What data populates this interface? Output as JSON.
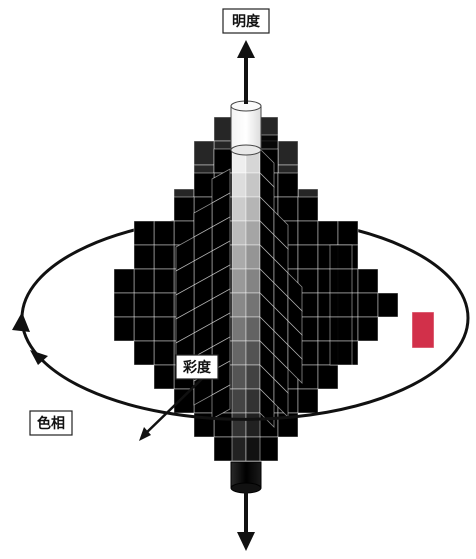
{
  "labels": {
    "lightness": "明度",
    "chroma": "彩度",
    "hue": "色相"
  },
  "colors": {
    "axis": "#111111",
    "label_border": "#222222",
    "white_cap": "#ffffff",
    "black_cap": "#111111",
    "hues": {
      "red": "#d2304a",
      "orange": "#e07a2c",
      "yellow": "#d9d24a",
      "yellow_green": "#a9c93c",
      "green": "#3f9c78",
      "blue_green": "#3aa0a4",
      "blue": "#5b8ed0",
      "purple": "#9a7cc8",
      "pink": "#e08aa8"
    }
  },
  "icons": {
    "top_arrow": "arrow-up-icon",
    "bottom_arrow": "arrow-down-icon",
    "hue_ring": "ellipse-ring-arrows-icon",
    "chroma_arrow": "double-arrow-icon"
  }
}
